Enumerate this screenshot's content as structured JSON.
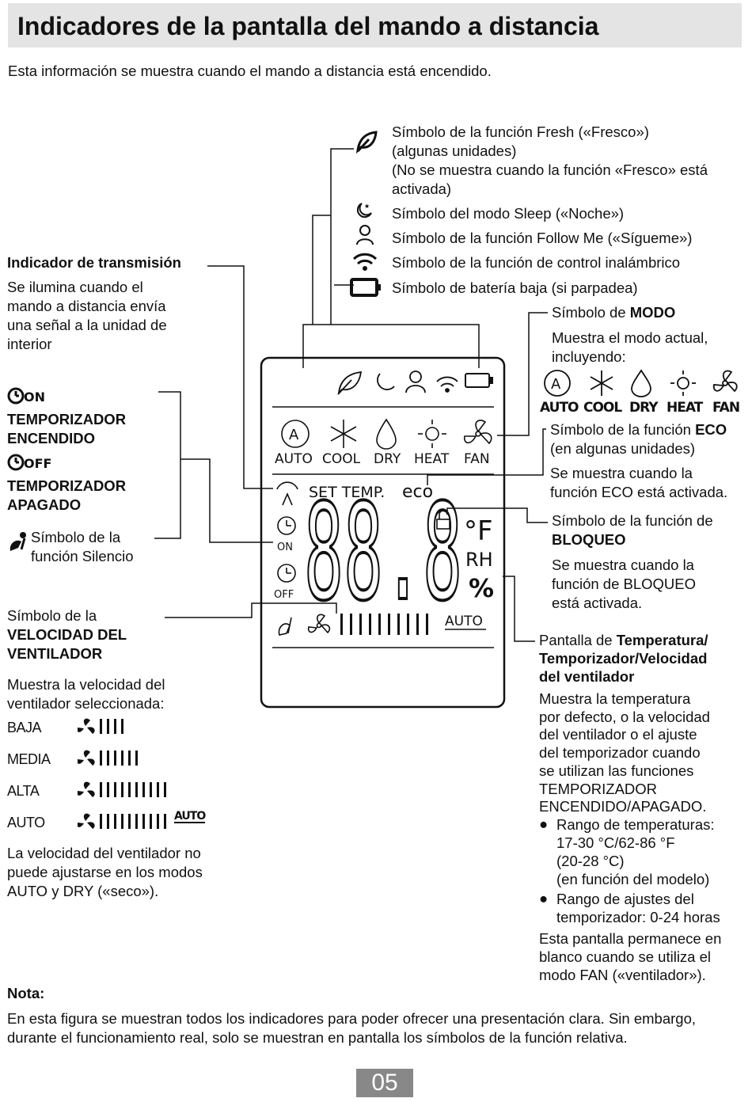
{
  "header": {
    "title": "Indicadores de la pantalla del mando a distancia"
  },
  "intro": "Esta información se muestra cuando el mando a distancia está encendido.",
  "right_top": {
    "fresh": [
      "Símbolo de la función Fresh («Fresco»)",
      "(algunas unidades)",
      "(No se muestra cuando la función «Fresco» está",
      "activada)"
    ],
    "sleep": "Símbolo del modo Sleep («Noche»)",
    "follow": "Símbolo de la función Follow Me («Sígueme»)",
    "wireless": "Símbolo de la función de control inalámbrico",
    "battery": "Símbolo de batería baja (si parpadea)"
  },
  "mode": {
    "title_pre": "Símbolo de ",
    "title_bold": "MODO",
    "desc": [
      "Muestra el modo actual,",
      "incluyendo:"
    ],
    "labels": [
      "AUTO",
      "COOL",
      "DRY",
      "HEAT",
      "FAN"
    ]
  },
  "eco": {
    "title_pre": "Símbolo de la función ",
    "title_bold": "ECO",
    "sub": "(en algunas unidades)",
    "desc": [
      "Se muestra cuando la",
      "función ECO está activada."
    ]
  },
  "lock": {
    "title": "Símbolo de la función de",
    "title_bold": "BLOQUEO",
    "desc": [
      "Se muestra cuando la",
      "función de BLOQUEO",
      "está activada."
    ]
  },
  "temp_display": {
    "title_pre": "Pantalla de ",
    "title_bold1": "Temperatura/",
    "title_bold2": "Temporizador/Velocidad",
    "title_bold3": "del ventilador",
    "desc": [
      "Muestra la temperatura",
      "por defecto, o la velocidad",
      "del ventilador o el ajuste",
      "del temporizador cuando",
      "se utilizan las funciones",
      "TEMPORIZADOR",
      "ENCENDIDO/APAGADO."
    ],
    "bullet1": [
      "Rango de temperaturas:",
      "17-30 °C/62-86 °F",
      "(20-28 °C)",
      "(en función del modelo)"
    ],
    "bullet2": [
      "Rango de ajustes del",
      "temporizador: 0-24 horas"
    ],
    "footer": [
      "Esta pantalla permanece en",
      "blanco cuando se utiliza el",
      "modo FAN («ventilador»)."
    ]
  },
  "transmission": {
    "title": "Indicador de transmisión",
    "desc": [
      "Se ilumina cuando el",
      "mando a distancia envía",
      "una señal a la unidad de",
      "interior"
    ]
  },
  "timer": {
    "on_badge": "ON",
    "on_label": [
      "TEMPORIZADOR",
      "ENCENDIDO"
    ],
    "off_badge": "OFF",
    "off_label": [
      "TEMPORIZADOR",
      "APAGADO"
    ],
    "silence": [
      "Símbolo de la",
      "función Silencio"
    ]
  },
  "fan_speed": {
    "title_pre": "Símbolo de la",
    "title_bold": [
      "VELOCIDAD DEL",
      "VENTILADOR"
    ],
    "desc": [
      "Muestra la velocidad del",
      "ventilador seleccionada:"
    ],
    "levels": [
      {
        "label": "BAJA",
        "bars": 4
      },
      {
        "label": "MEDIA",
        "bars": 6
      },
      {
        "label": "ALTA",
        "bars": 10
      },
      {
        "label": "AUTO",
        "bars": 10
      }
    ],
    "auto_badge": "AUTO",
    "note": [
      "La velocidad del ventilador no",
      "puede ajustarse en los modos",
      "AUTO y DRY («seco»)."
    ]
  },
  "lcd": {
    "modes": [
      "AUTO",
      "COOL",
      "DRY",
      "HEAT",
      "FAN"
    ],
    "set_temp": "SET TEMP.",
    "eco": "eco",
    "on": "ON",
    "off": "OFF",
    "unit_f": "°F",
    "rh": "RH",
    "pct": "%",
    "digits": "88.8",
    "auto": "AUTO",
    "speed_bars": 10
  },
  "nota": {
    "title": "Nota:",
    "text": [
      "En esta figura se muestran todos los indicadores para poder ofrecer una presentación clara. Sin embargo,",
      "durante el funcionamiento real, solo se muestran en pantalla los símbolos de la función relativa."
    ]
  },
  "page_number": "05"
}
